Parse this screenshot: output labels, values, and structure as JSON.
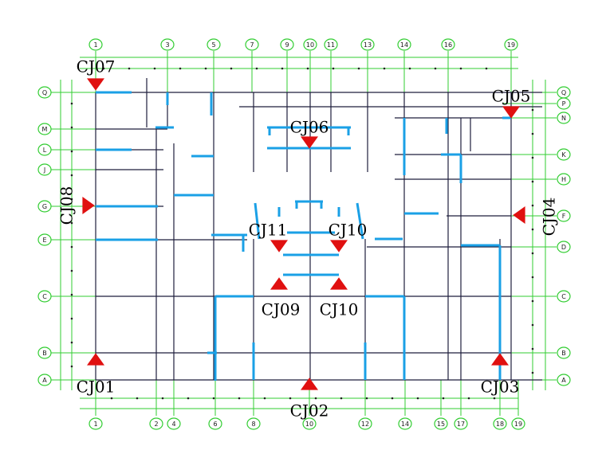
{
  "colors": {
    "grid": "#32cd32",
    "wall": "#1e1e3c",
    "beam": "#1aa0e6",
    "marker": "#e01010",
    "label": "#000000"
  },
  "axes": {
    "top": [
      "1",
      "3",
      "5",
      "7",
      "9",
      "10",
      "11",
      "13",
      "14",
      "16",
      "19"
    ],
    "bottom": [
      "1",
      "2",
      "4",
      "6",
      "8",
      "10",
      "12",
      "14",
      "15",
      "17",
      "18",
      "19"
    ],
    "left": [
      "Q",
      "M",
      "L",
      "J",
      "G",
      "E",
      "C",
      "B",
      "A"
    ],
    "right": [
      "Q",
      "P",
      "N",
      "K",
      "H",
      "F",
      "D",
      "C",
      "B",
      "A"
    ]
  },
  "markers": [
    {
      "label": "CJ01",
      "direction": "up"
    },
    {
      "label": "CJ02",
      "direction": "up"
    },
    {
      "label": "CJ03",
      "direction": "up"
    },
    {
      "label": "CJ04",
      "direction": "left"
    },
    {
      "label": "CJ05",
      "direction": "down"
    },
    {
      "label": "CJ06",
      "direction": "down"
    },
    {
      "label": "CJ07",
      "direction": "down"
    },
    {
      "label": "CJ08",
      "direction": "right"
    },
    {
      "label": "CJ09",
      "direction": "up"
    },
    {
      "label": "CJ10",
      "direction": "up"
    },
    {
      "label": "CJ10",
      "direction": "down"
    },
    {
      "label": "CJ11",
      "direction": "down"
    }
  ]
}
